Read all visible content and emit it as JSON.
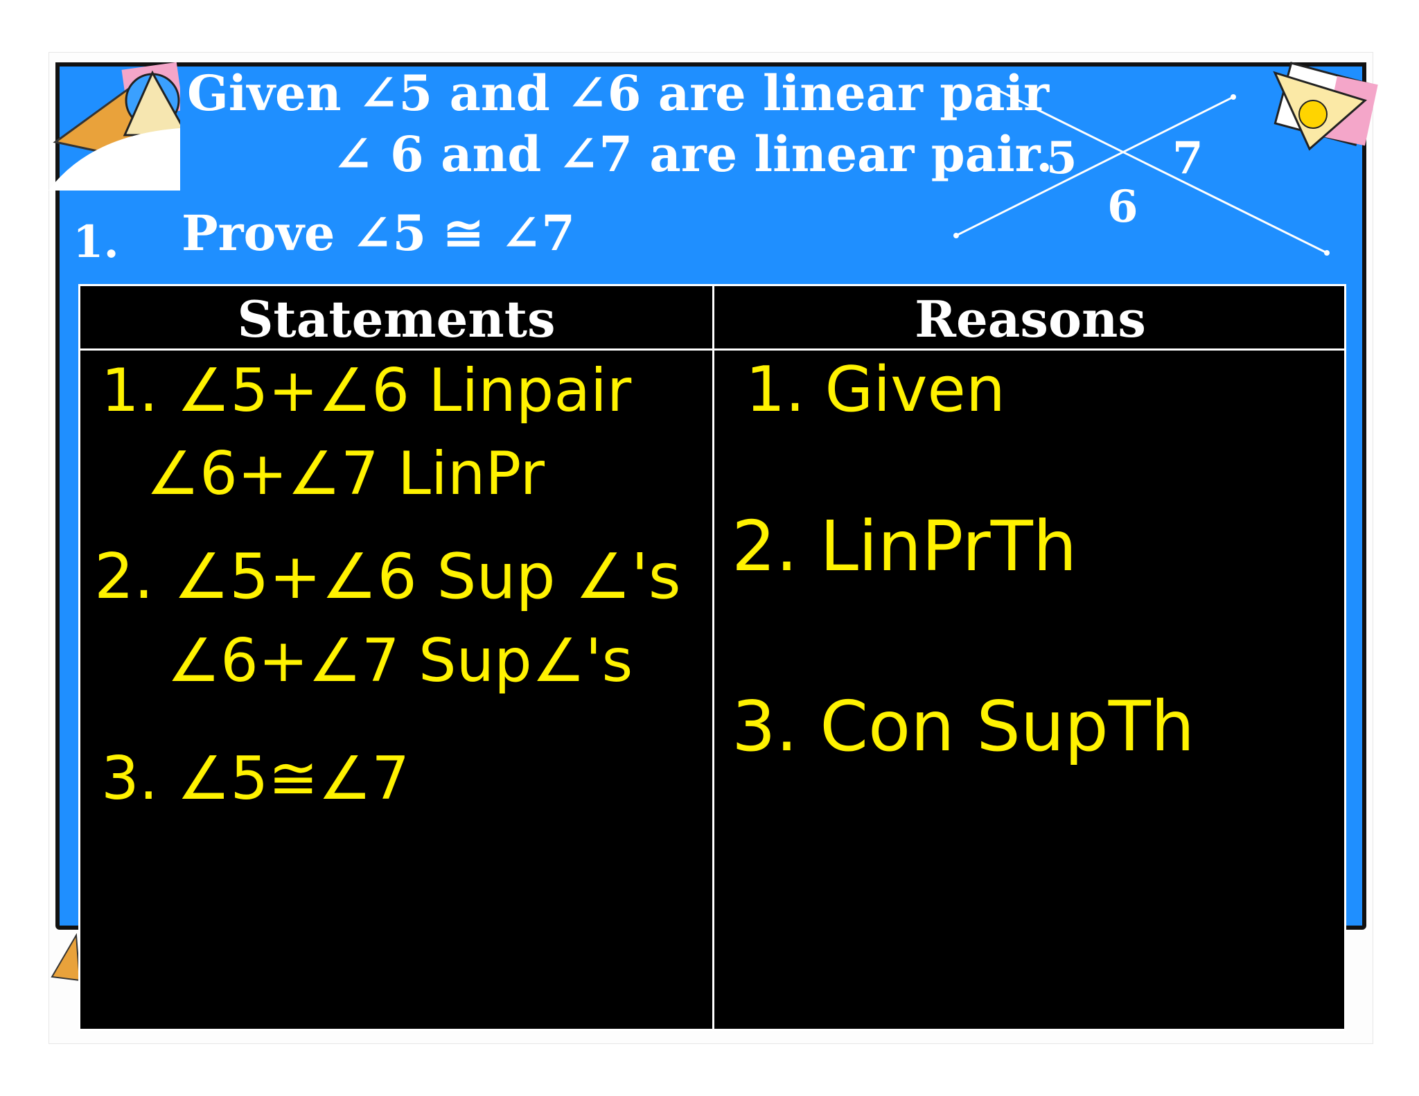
{
  "slide": {
    "given_line_1": "Given ∠5 and ∠6 are linear pair",
    "given_line_2": "∠ 6 and ∠7 are linear pair.",
    "problem_number": "1.",
    "prove_line": "Prove ∠5 ≅ ∠7"
  },
  "diagram": {
    "label_5": "5",
    "label_6": "6",
    "label_7": "7"
  },
  "table": {
    "headers": [
      "Statements",
      "Reasons"
    ],
    "statements": [
      "1. ∠5+∠6 Linpair",
      "∠6+∠7 LinPr",
      "2. ∠5+∠6 Sup ∠'s",
      "∠6+∠7 Sup∠'s",
      "3. ∠5≅∠7"
    ],
    "reasons": [
      "1. Given",
      "2. LinPrTh",
      "3. Con SupTh"
    ]
  },
  "colors": {
    "panel_blue": "#1f8fff",
    "ink_yellow": "#fff200",
    "table_black": "#000000"
  }
}
